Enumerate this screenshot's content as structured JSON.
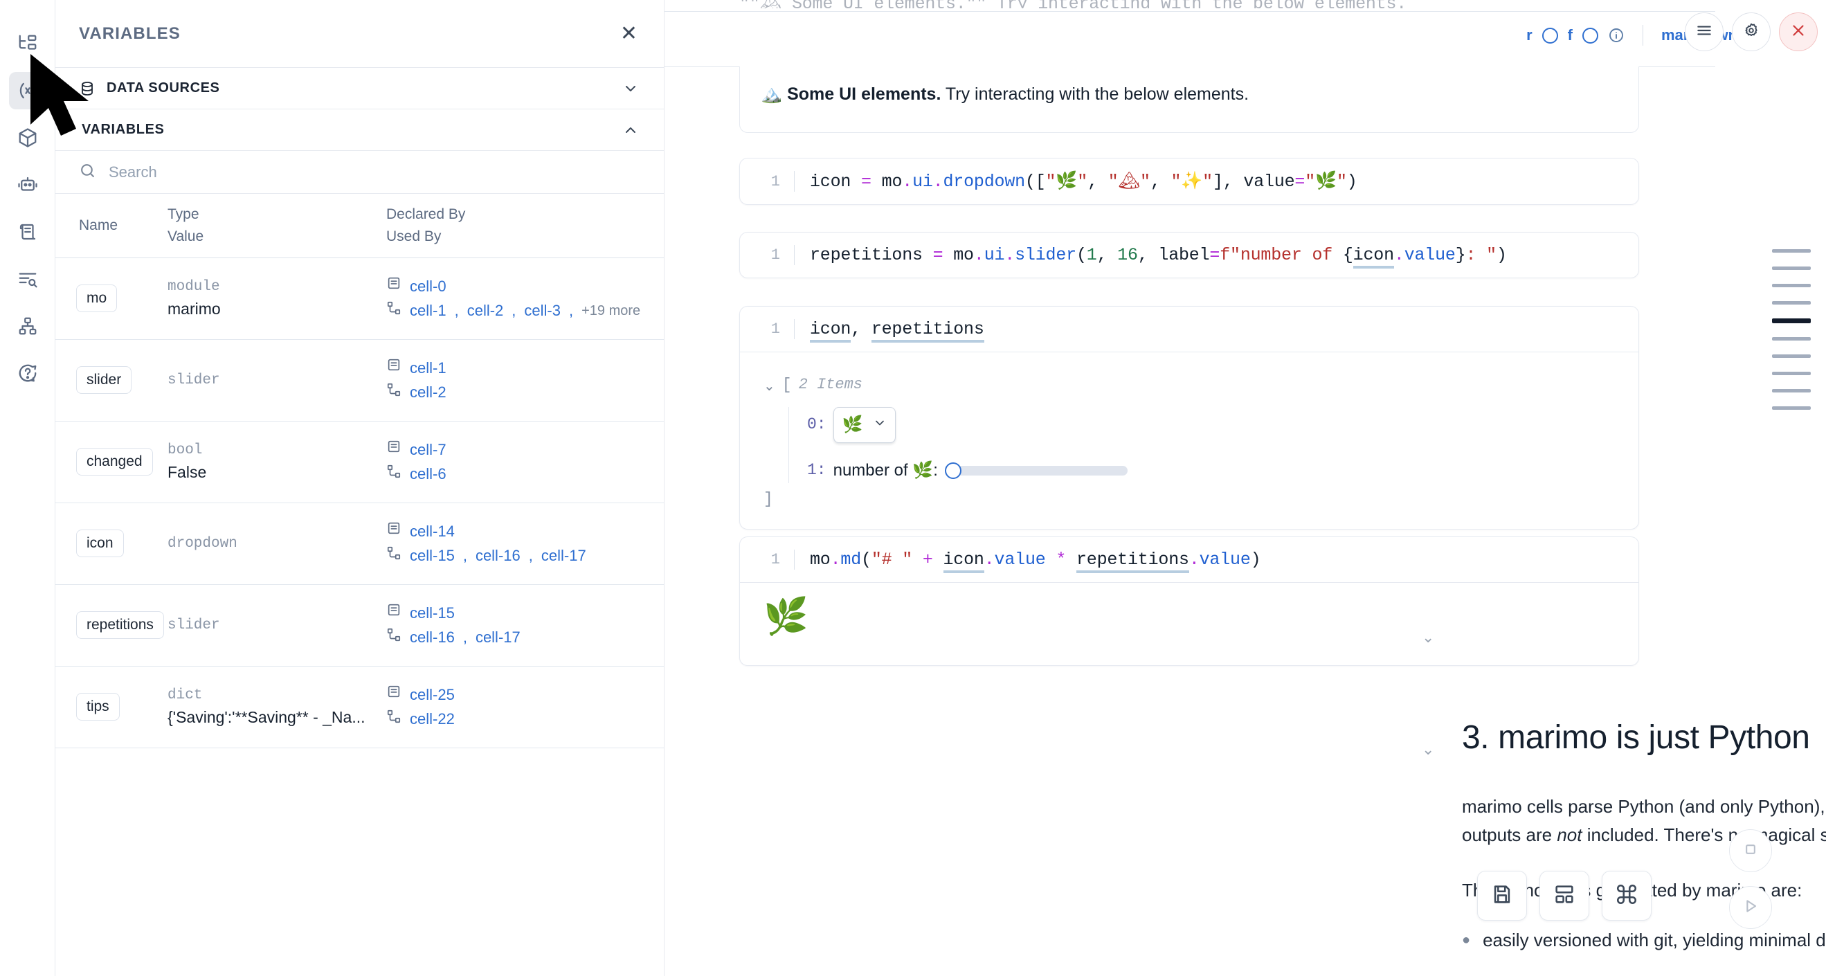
{
  "rail": {
    "items": [
      {
        "icon": "file-tree-icon",
        "name": "sidebar-item-file-explorer",
        "active": false
      },
      {
        "icon": "variables-icon",
        "name": "sidebar-item-variables",
        "active": true
      },
      {
        "icon": "package-cube-icon",
        "name": "sidebar-item-packages",
        "active": false
      },
      {
        "icon": "robot-icon",
        "name": "sidebar-item-chat",
        "active": false
      },
      {
        "icon": "scratchpad-icon",
        "name": "sidebar-item-scratchpad",
        "active": false
      },
      {
        "icon": "logs-search-icon",
        "name": "sidebar-item-logs",
        "active": false
      },
      {
        "icon": "dependency-graph-icon",
        "name": "sidebar-item-dependency-graph",
        "active": false
      },
      {
        "icon": "help-circle-icon",
        "name": "sidebar-item-help",
        "active": false
      }
    ]
  },
  "panel": {
    "title": "VARIABLES",
    "close_label": "✕",
    "sections": [
      {
        "label": "DATA SOURCES",
        "icon": "database-icon",
        "expanded": false
      },
      {
        "label": "VARIABLES",
        "icon": "",
        "expanded": true
      }
    ],
    "search": {
      "placeholder": "Search",
      "value": ""
    },
    "columns": {
      "name": "Name",
      "type": "Type",
      "value": "Value",
      "declared_by": "Declared By",
      "used_by": "Used By"
    },
    "rows": [
      {
        "name": "mo",
        "type": "module",
        "value": "marimo",
        "declared_by": [
          "cell-0"
        ],
        "used_by": [
          "cell-1",
          "cell-2",
          "cell-3"
        ],
        "used_by_more": "+19 more"
      },
      {
        "name": "slider",
        "type": "slider",
        "value": "",
        "declared_by": [
          "cell-1"
        ],
        "used_by": [
          "cell-2"
        ],
        "used_by_more": ""
      },
      {
        "name": "changed",
        "type": "bool",
        "value": "False",
        "declared_by": [
          "cell-7"
        ],
        "used_by": [
          "cell-6"
        ],
        "used_by_more": ""
      },
      {
        "name": "icon",
        "type": "dropdown",
        "value": "",
        "declared_by": [
          "cell-14"
        ],
        "used_by": [
          "cell-15",
          "cell-16",
          "cell-17"
        ],
        "used_by_more": ""
      },
      {
        "name": "repetitions",
        "type": "slider",
        "value": "",
        "declared_by": [
          "cell-15"
        ],
        "used_by": [
          "cell-16",
          "cell-17"
        ],
        "used_by_more": ""
      },
      {
        "name": "tips",
        "type": "dict",
        "value": "{'Saving':'**Saving** - _Na...",
        "declared_by": [
          "cell-25"
        ],
        "used_by": [
          "cell-22"
        ],
        "used_by_more": ""
      }
    ]
  },
  "notebook": {
    "cell_toolbar": {
      "r_label": "r",
      "f_label": "f",
      "info_icon": "info-circle-icon",
      "language": "markdown"
    },
    "cell_actions": [
      {
        "icon": "hamburger-icon",
        "name": "cell-menu-button"
      },
      {
        "icon": "gear-icon",
        "name": "cell-settings-button"
      },
      {
        "icon": "close-x-icon",
        "name": "cell-delete-button"
      }
    ],
    "truncated_top_code": "\"\"🏔 Some UI elements.\"\" Try interacting with the below elements.",
    "markdown_output": {
      "emoji": "🏔️",
      "strong": "Some UI elements.",
      "rest": " Try interacting with the below elements."
    },
    "cells": [
      {
        "line_number": "1",
        "name": "code-cell-icon-dropdown",
        "tokens": [
          {
            "t": "icon",
            "c": "k-var"
          },
          {
            "t": " ",
            "c": "k-punct"
          },
          {
            "t": "=",
            "c": "k-op"
          },
          {
            "t": " mo",
            "c": "k-var"
          },
          {
            "t": ".",
            "c": "k-op"
          },
          {
            "t": "ui",
            "c": "k-attr"
          },
          {
            "t": ".",
            "c": "k-op"
          },
          {
            "t": "dropdown",
            "c": "k-fn"
          },
          {
            "t": "([",
            "c": "k-punct"
          },
          {
            "t": "\"🌿\"",
            "c": "k-str"
          },
          {
            "t": ", ",
            "c": "k-punct"
          },
          {
            "t": "\"🏔\"",
            "c": "k-str"
          },
          {
            "t": ", ",
            "c": "k-punct"
          },
          {
            "t": "\"✨\"",
            "c": "k-str"
          },
          {
            "t": "], value",
            "c": "k-punct"
          },
          {
            "t": "=",
            "c": "k-op"
          },
          {
            "t": "\"🌿\"",
            "c": "k-str"
          },
          {
            "t": ")",
            "c": "k-punct"
          }
        ]
      },
      {
        "line_number": "1",
        "name": "code-cell-repetitions-slider",
        "tokens": [
          {
            "t": "repetitions",
            "c": "k-var"
          },
          {
            "t": " ",
            "c": "k-punct"
          },
          {
            "t": "=",
            "c": "k-op"
          },
          {
            "t": " mo",
            "c": "k-var"
          },
          {
            "t": ".",
            "c": "k-op"
          },
          {
            "t": "ui",
            "c": "k-attr"
          },
          {
            "t": ".",
            "c": "k-op"
          },
          {
            "t": "slider",
            "c": "k-fn"
          },
          {
            "t": "(",
            "c": "k-punct"
          },
          {
            "t": "1",
            "c": "k-num"
          },
          {
            "t": ", ",
            "c": "k-punct"
          },
          {
            "t": "16",
            "c": "k-num"
          },
          {
            "t": ", label",
            "c": "k-punct"
          },
          {
            "t": "=",
            "c": "k-op"
          },
          {
            "t": "f\"number of ",
            "c": "k-str"
          },
          {
            "t": "{",
            "c": "k-punct"
          },
          {
            "t": "icon",
            "c": "k-var ul"
          },
          {
            "t": ".",
            "c": "k-op"
          },
          {
            "t": "value",
            "c": "k-attr"
          },
          {
            "t": "}",
            "c": "k-punct"
          },
          {
            "t": ": \"",
            "c": "k-str"
          },
          {
            "t": ")",
            "c": "k-punct"
          }
        ]
      },
      {
        "line_number": "1",
        "name": "code-cell-icon-repetitions-display",
        "tokens": [
          {
            "t": "icon",
            "c": "k-var ul"
          },
          {
            "t": ", ",
            "c": "k-punct"
          },
          {
            "t": "repetitions",
            "c": "k-var ul"
          }
        ]
      },
      {
        "line_number": "1",
        "name": "code-cell-markdown-render",
        "tokens": [
          {
            "t": "mo",
            "c": "k-var"
          },
          {
            "t": ".",
            "c": "k-op"
          },
          {
            "t": "md",
            "c": "k-fn"
          },
          {
            "t": "(",
            "c": "k-punct"
          },
          {
            "t": "\"# \"",
            "c": "k-str"
          },
          {
            "t": " ",
            "c": "k-punct"
          },
          {
            "t": "+",
            "c": "k-op"
          },
          {
            "t": " ",
            "c": "k-punct"
          },
          {
            "t": "icon",
            "c": "k-var ul"
          },
          {
            "t": ".",
            "c": "k-op"
          },
          {
            "t": "value",
            "c": "k-attr"
          },
          {
            "t": " ",
            "c": "k-punct"
          },
          {
            "t": "*",
            "c": "k-op"
          },
          {
            "t": " ",
            "c": "k-punct"
          },
          {
            "t": "repetitions",
            "c": "k-var ul"
          },
          {
            "t": ".",
            "c": "k-op"
          },
          {
            "t": "value",
            "c": "k-attr"
          },
          {
            "t": ")",
            "c": "k-punct"
          }
        ]
      }
    ],
    "list_output": {
      "open_bracket": "[",
      "items_label": "2 Items",
      "close_bracket": "]",
      "entries": [
        {
          "index": "0:",
          "kind": "dropdown",
          "value": "🌿"
        },
        {
          "index": "1:",
          "kind": "slider",
          "label": "number of 🌿:",
          "value": 1,
          "min": 1,
          "max": 16
        }
      ]
    },
    "md_result_emoji": "🌿",
    "section": {
      "heading": "3. marimo is just Python",
      "paragraph1_a": "marimo cells parse Python (and only Python), and marimo notebooks are stored as pure Python files — outputs are ",
      "paragraph1_em": "not",
      "paragraph1_b": " included. There's no magical syntax.",
      "paragraph2": "The Python files generated by marimo are:",
      "bullets": [
        "easily versioned with git, yielding minimal diffs"
      ]
    },
    "minimap": {
      "lines": [
        {
          "active": false
        },
        {
          "active": false
        },
        {
          "active": false
        },
        {
          "active": false
        },
        {
          "active": true
        },
        {
          "active": false
        },
        {
          "active": false
        },
        {
          "active": false
        },
        {
          "active": false
        },
        {
          "active": false
        }
      ]
    },
    "bottom_buttons": [
      {
        "icon": "save-icon",
        "name": "save-notebook-button"
      },
      {
        "icon": "layout-icon",
        "name": "layout-button"
      },
      {
        "icon": "command-icon",
        "name": "command-palette-button"
      }
    ],
    "round_buttons": [
      {
        "icon": "stop-icon",
        "name": "interrupt-button"
      },
      {
        "icon": "play-icon",
        "name": "run-all-button"
      }
    ]
  },
  "colors": {
    "link": "#2f6fd0",
    "accent": "#2f6fd0",
    "muted": "#7b8798",
    "danger": "#d03b3b"
  }
}
